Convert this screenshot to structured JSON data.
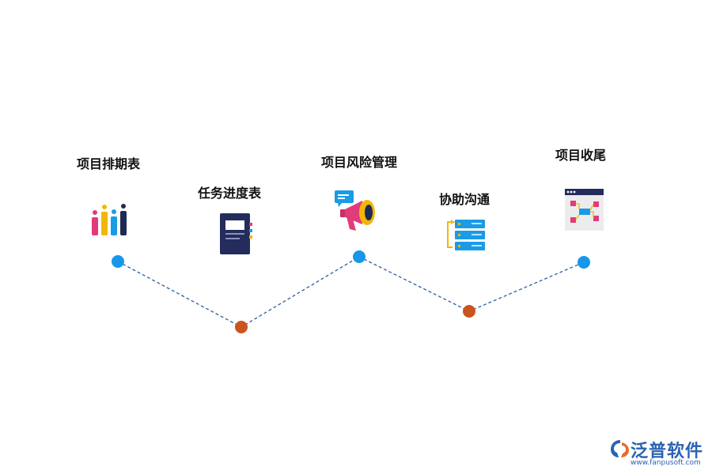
{
  "steps": [
    {
      "label": "项目排期表",
      "icon": "bar-chart-icon"
    },
    {
      "label": "任务进度表",
      "icon": "notebook-icon"
    },
    {
      "label": "项目风险管理",
      "icon": "megaphone-icon"
    },
    {
      "label": "协助沟通",
      "icon": "server-icon"
    },
    {
      "label": "项目收尾",
      "icon": "flowchart-window-icon"
    }
  ],
  "brand": {
    "name": "泛普软件",
    "url": "www.fanpusoft.com"
  },
  "colors": {
    "top_node": "#1697e9",
    "bottom_node": "#c9541f",
    "connector": "#2a5fa2"
  }
}
